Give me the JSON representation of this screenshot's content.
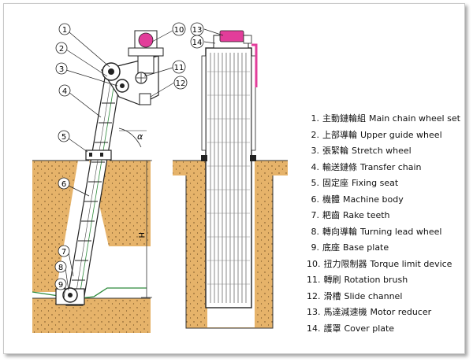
{
  "callouts": [
    "1",
    "2",
    "3",
    "4",
    "5",
    "6",
    "7",
    "8",
    "9",
    "10",
    "11",
    "12",
    "13",
    "14"
  ],
  "angle_label": "α",
  "height_label": "H",
  "legend": [
    {
      "n": "1.",
      "zh": "主動鏈輪組",
      "en": "Main chain wheel set"
    },
    {
      "n": "2.",
      "zh": "上部導輪",
      "en": "Upper guide wheel"
    },
    {
      "n": "3.",
      "zh": "張緊輪",
      "en": "Stretch wheel"
    },
    {
      "n": "4.",
      "zh": "輸送鏈條",
      "en": "Transfer chain"
    },
    {
      "n": "5.",
      "zh": "固定座",
      "en": "Fixing seat"
    },
    {
      "n": "6.",
      "zh": "機體",
      "en": "Machine body"
    },
    {
      "n": "7.",
      "zh": "耙齒",
      "en": "Rake teeth"
    },
    {
      "n": "8.",
      "zh": "轉向導輪",
      "en": "Turning lead wheel"
    },
    {
      "n": "9.",
      "zh": "底座",
      "en": "Base plate"
    },
    {
      "n": "10.",
      "zh": "扭力限制器",
      "en": "Torque limit device"
    },
    {
      "n": "11.",
      "zh": "轉刷",
      "en": "Rotation brush"
    },
    {
      "n": "12.",
      "zh": "滑槽",
      "en": "Slide channel"
    },
    {
      "n": "13.",
      "zh": "馬達減速機",
      "en": "Motor reducer"
    },
    {
      "n": "14.",
      "zh": "護罩",
      "en": "Cover plate"
    }
  ],
  "colors": {
    "soil": "#e6b36a",
    "motor": "#e23d9a",
    "green": "#2e8b3c",
    "line": "#222222"
  }
}
